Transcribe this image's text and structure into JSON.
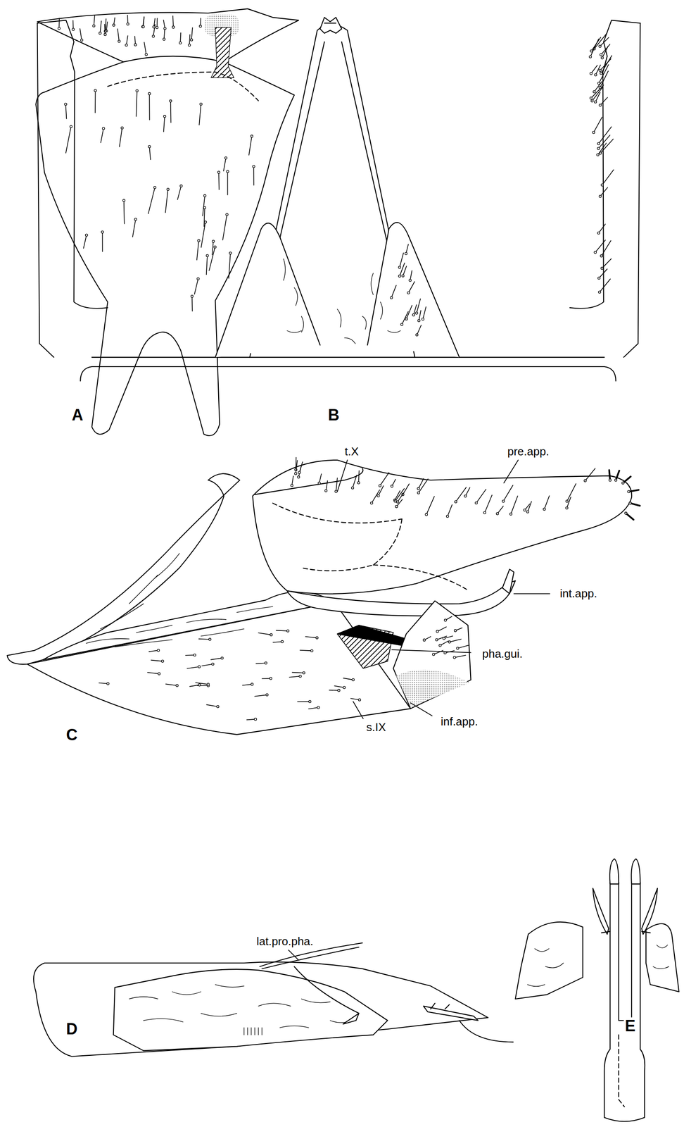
{
  "diagram": {
    "labels": [
      "A",
      "B",
      "C",
      "D",
      "E",
      "t.X",
      "pre.app.",
      "int.app.",
      "pha.gui.",
      "inf.app.",
      "s.IX",
      "lat.pro.pha."
    ]
  }
}
